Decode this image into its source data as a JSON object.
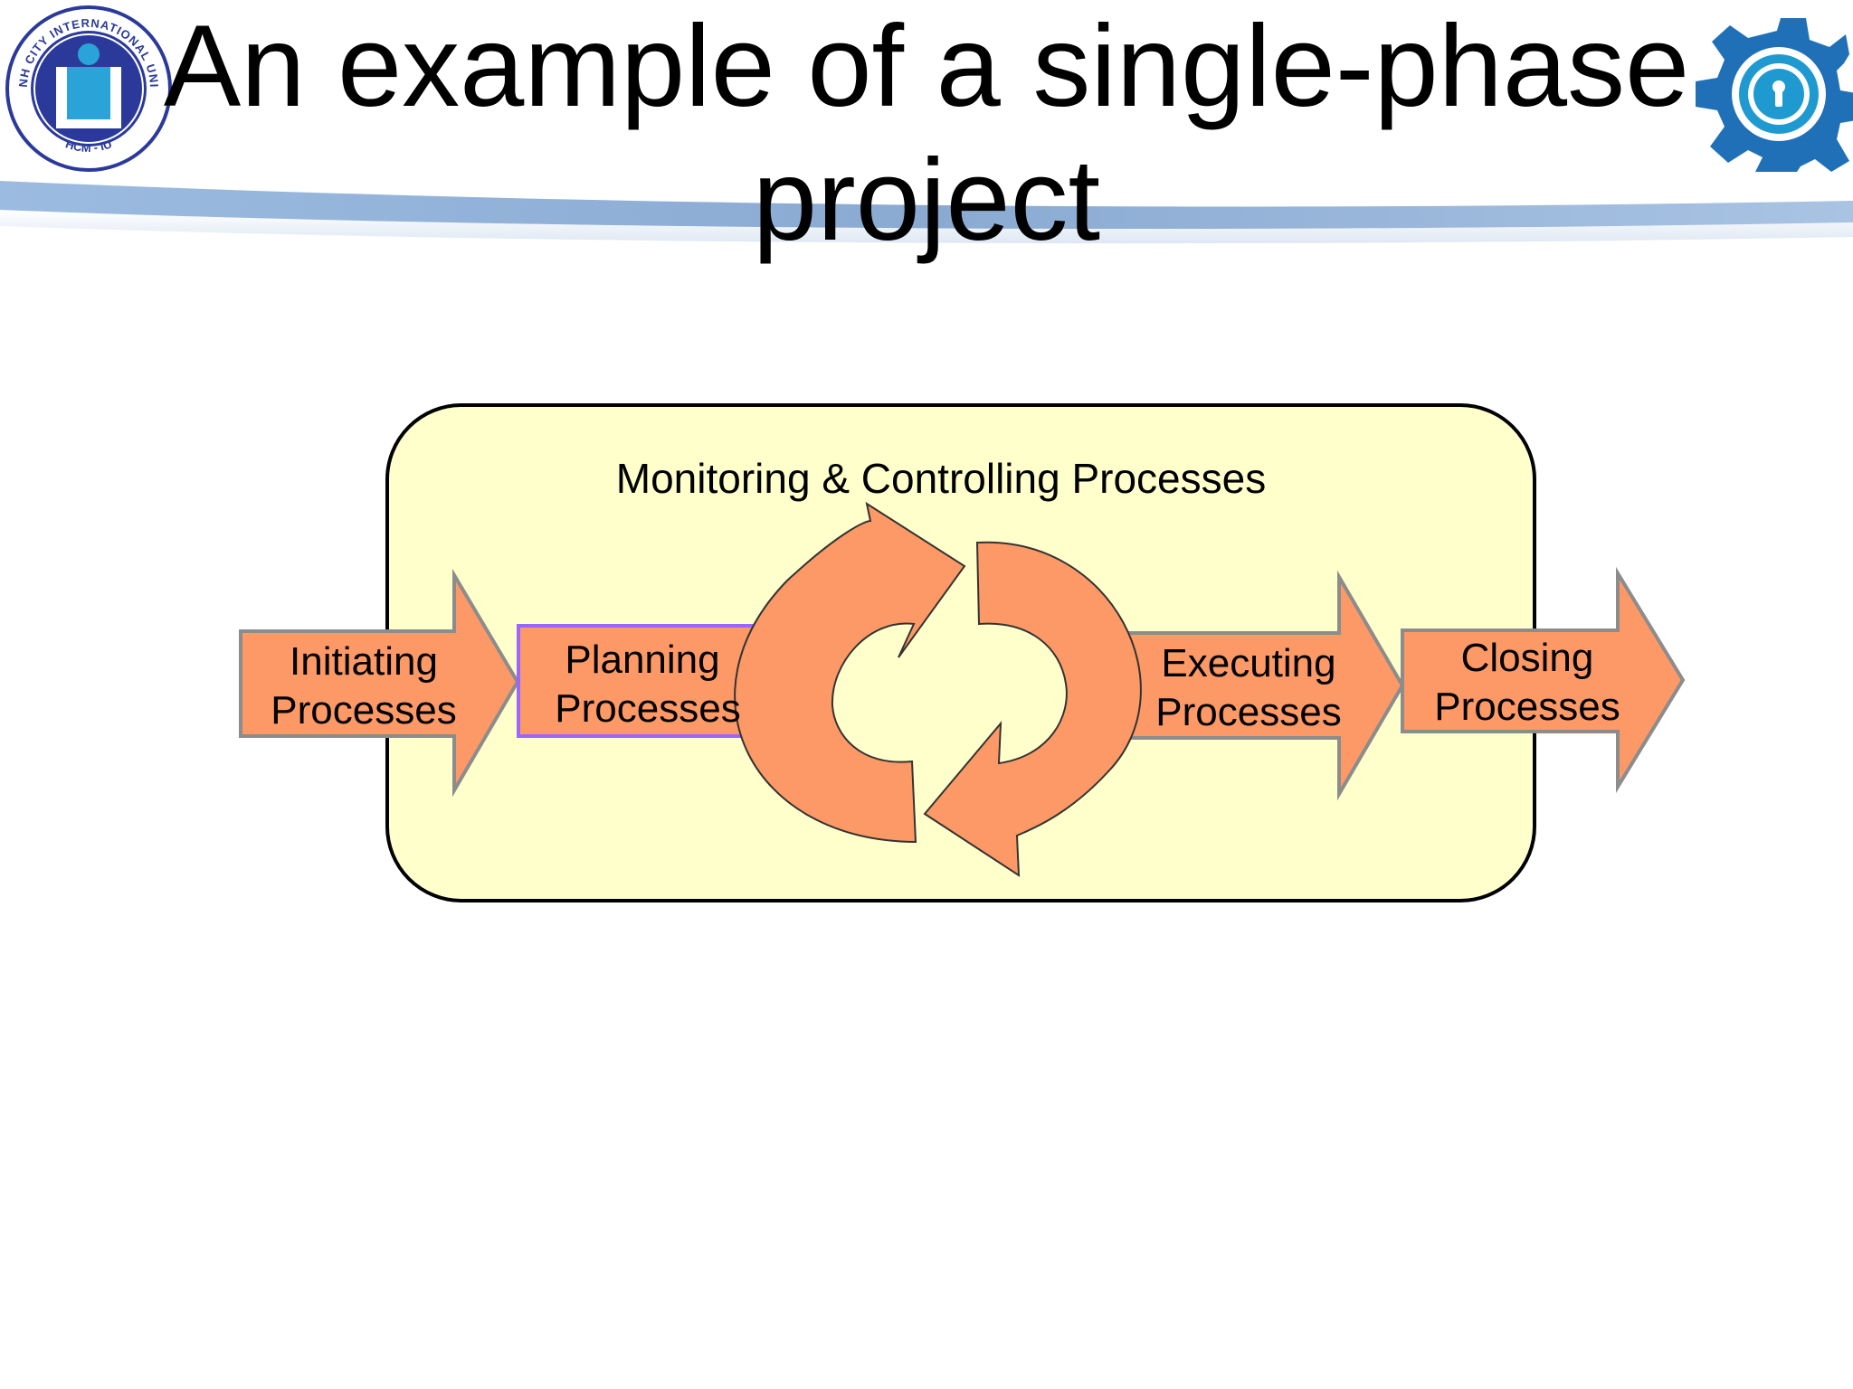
{
  "slide": {
    "title": "An example of a single-phase project",
    "logo_left_text_top": "HOCHIMINH CITY INTERNATIONAL UNIVERSITY",
    "logo_left_text_bottom": "HCM - IU"
  },
  "diagram": {
    "container_label": "Monitoring & Controlling Processes",
    "processes": [
      {
        "line1": "Initiating",
        "line2": "Processes"
      },
      {
        "line1": "Planning",
        "line2": "Processes"
      },
      {
        "line1": "Executing",
        "line2": "Processes"
      },
      {
        "line1": "Closing",
        "line2": "Processes"
      }
    ]
  },
  "colors": {
    "arrow_fill": "#fd9966",
    "arrow_stroke": "#8c8c8c",
    "container_fill": "#ffffcc",
    "planning_border": "#9966ff",
    "band_blue": "#8fb0d6",
    "logo_blue": "#2b3a9a",
    "logo_cyan": "#2aa3d8"
  }
}
